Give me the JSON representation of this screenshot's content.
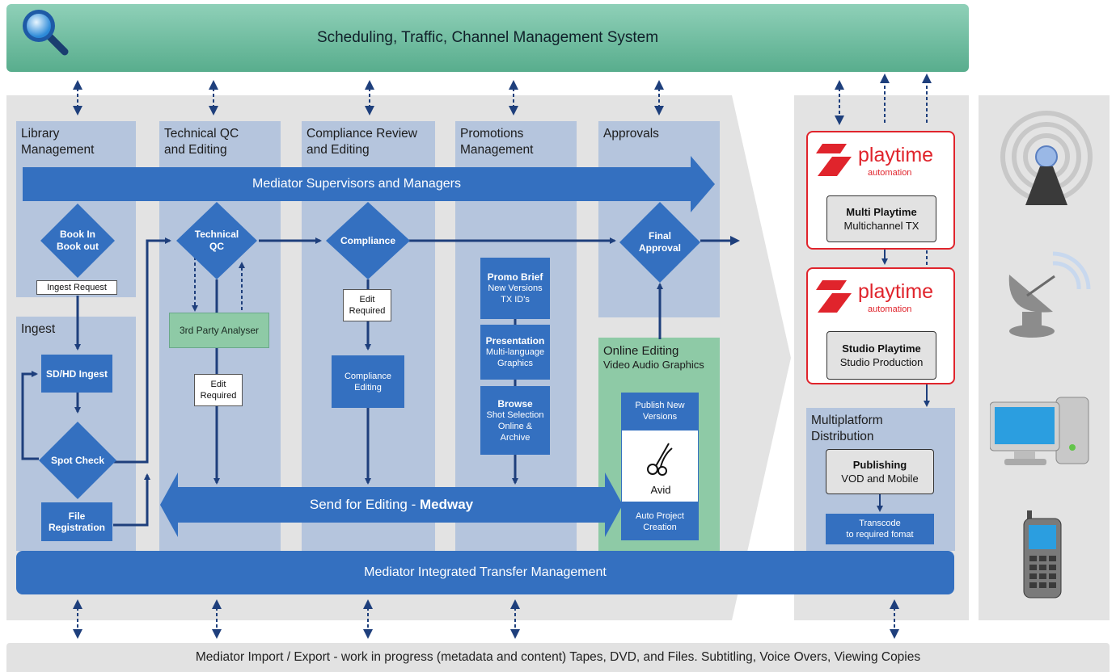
{
  "top_bar": {
    "title": "Scheduling, Traffic, Channel Management System"
  },
  "columns": {
    "library": {
      "title_line1": "Library",
      "title_line2": "Management"
    },
    "technical": {
      "title_line1": "Technical QC",
      "title_line2": "and Editing"
    },
    "compliance": {
      "title_line1": "Compliance Review",
      "title_line2": "and Editing"
    },
    "promotions": {
      "title_line1": "Promotions",
      "title_line2": "Management"
    },
    "approvals": {
      "title": "Approvals"
    },
    "ingest": {
      "title": "Ingest"
    }
  },
  "supervisors_band": {
    "label": "Mediator Supervisors and Managers"
  },
  "library": {
    "book_line1": "Book In",
    "book_line2": "Book out",
    "ingest_request": "Ingest Request",
    "sdhd_ingest": "SD/HD Ingest",
    "spot_check": "Spot Check",
    "file_line1": "File",
    "file_line2": "Registration"
  },
  "technical": {
    "qc_line1": "Technical",
    "qc_line2": "QC",
    "analyser": "3rd Party Analyser",
    "edit_line1": "Edit",
    "edit_line2": "Required"
  },
  "compliance": {
    "diamond": "Compliance",
    "edit_line1": "Edit",
    "edit_line2": "Required",
    "editing_line1": "Compliance",
    "editing_line2": "Editing"
  },
  "promotions": {
    "promo_title": "Promo Brief",
    "promo_line1": "New Versions",
    "promo_line2": "TX ID's",
    "presentation_title": "Presentation",
    "presentation_line1": "Multi-language",
    "presentation_line2": "Graphics",
    "browse_title": "Browse",
    "browse_line1": "Shot Selection",
    "browse_line2": "Online &",
    "browse_line3": "Archive"
  },
  "approvals": {
    "final_line1": "Final",
    "final_line2": "Approval"
  },
  "online_editing": {
    "title": "Online Editing",
    "subtitle": "Video Audio Graphics",
    "publish_line1": "Publish New",
    "publish_line2": "Versions",
    "avid": "Avid",
    "auto_line1": "Auto Project",
    "auto_line2": "Creation"
  },
  "send_band": {
    "label": "Send for Editing - ",
    "label_bold": "Medway"
  },
  "transfer_band": {
    "label": "Mediator Integrated Transfer Management"
  },
  "playtime": [
    {
      "brand": "playtime",
      "sub": "automation",
      "box_title": "Multi Playtime",
      "box_sub": "Multichannel TX"
    },
    {
      "brand": "playtime",
      "sub": "automation",
      "box_title": "Studio Playtime",
      "box_sub": "Studio Production"
    }
  ],
  "multiplatform": {
    "title_line1": "Multiplatform",
    "title_line2": "Distribution",
    "publishing_title": "Publishing",
    "publishing_sub": "VOD and Mobile",
    "transcode_line1": "Transcode",
    "transcode_line2": "to required fomat"
  },
  "bottom_bar": {
    "text": "Mediator Import / Export - work in progress (metadata and content) Tapes, DVD, and Files. Subtitling, Voice Overs, Viewing Copies"
  },
  "colors": {
    "blue": "#3470c0",
    "navy": "#1e3f7c",
    "green": "#58ad8d",
    "red": "#e0242c",
    "panel": "#e3e3e3"
  },
  "icons": [
    "search-icon",
    "scissors-icon",
    "playtime-logo-icon",
    "antenna-icon",
    "satellite-dish-icon",
    "desktop-computer-icon",
    "mobile-phone-icon"
  ]
}
